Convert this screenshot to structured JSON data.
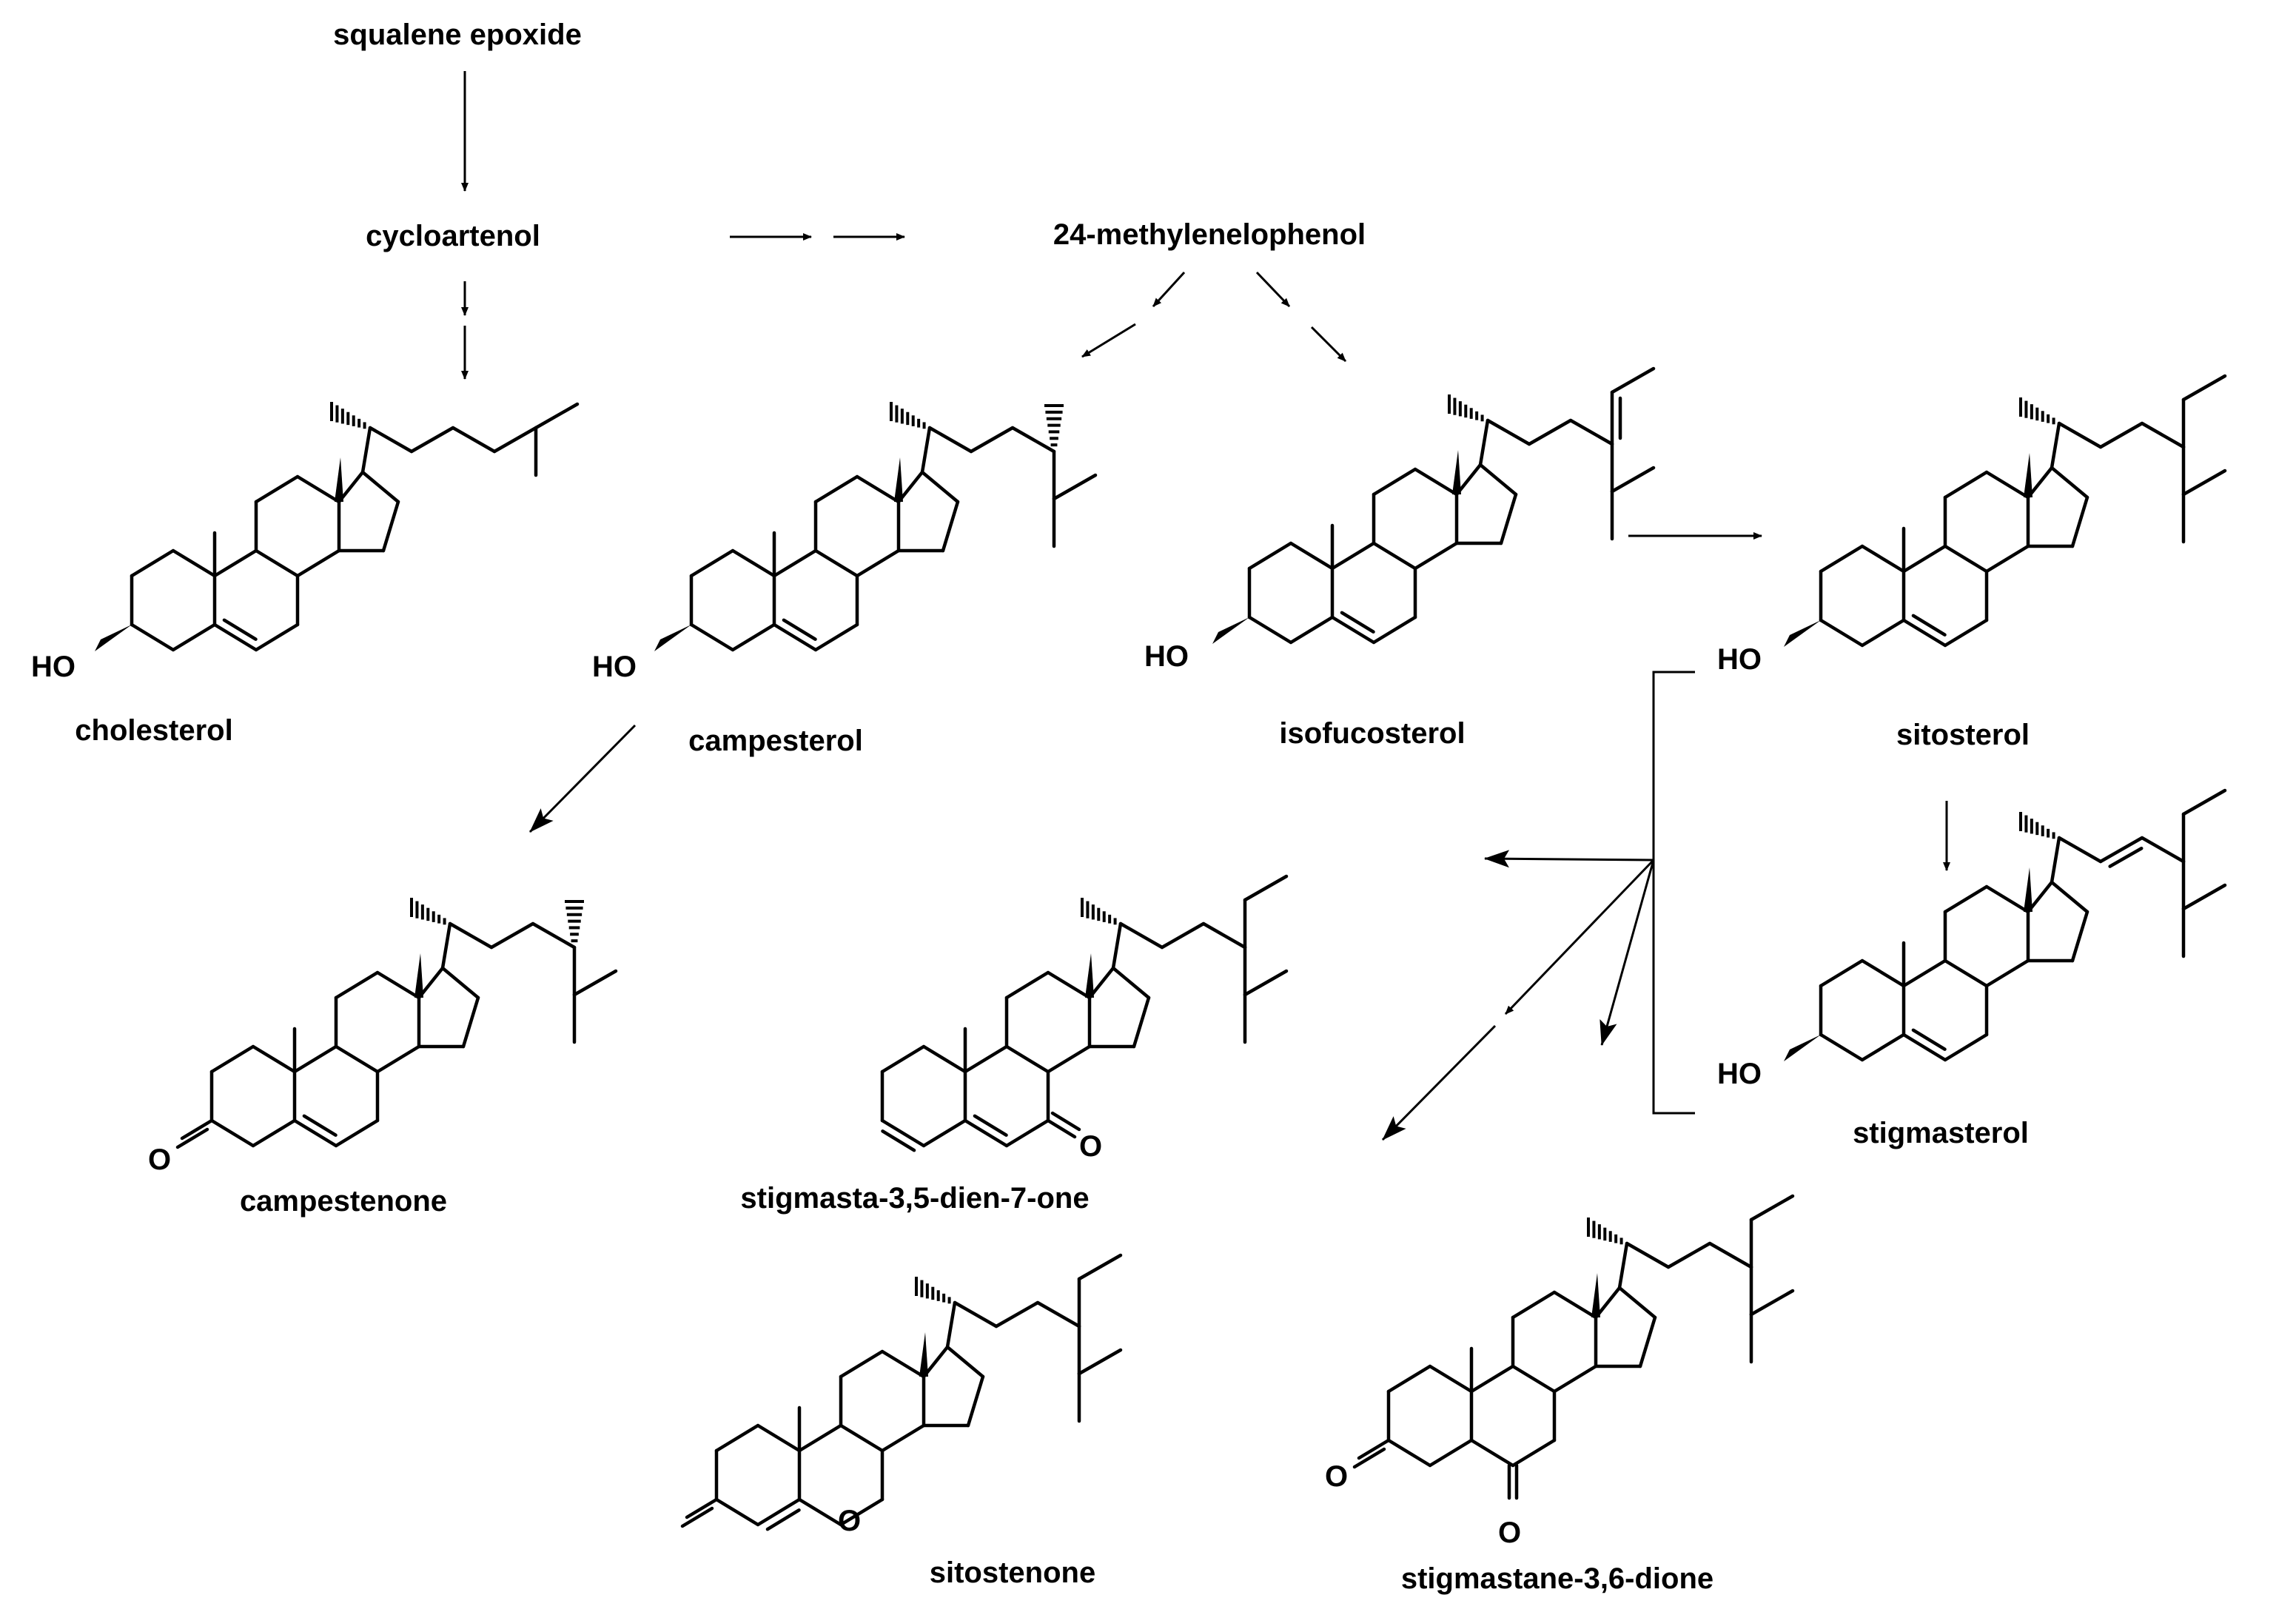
{
  "compounds": {
    "squalene_epoxide": "squalene epoxide",
    "cycloartenol": "cycloartenol",
    "methylenelophenol": "24-methylenelophenol",
    "cholesterol": "cholesterol",
    "campesterol": "campesterol",
    "isofucosterol": "isofucosterol",
    "sitosterol": "sitosterol",
    "stigmasterol": "stigmasterol",
    "campestenone": "campestenone",
    "stigmastadienone": "stigmasta-3,5-dien-7-one",
    "sitostenone": "sitostenone",
    "stigmastanedione": "stigmastane-3,6-dione"
  },
  "atoms": {
    "hydroxyl": "HO",
    "oxygen": "O"
  }
}
